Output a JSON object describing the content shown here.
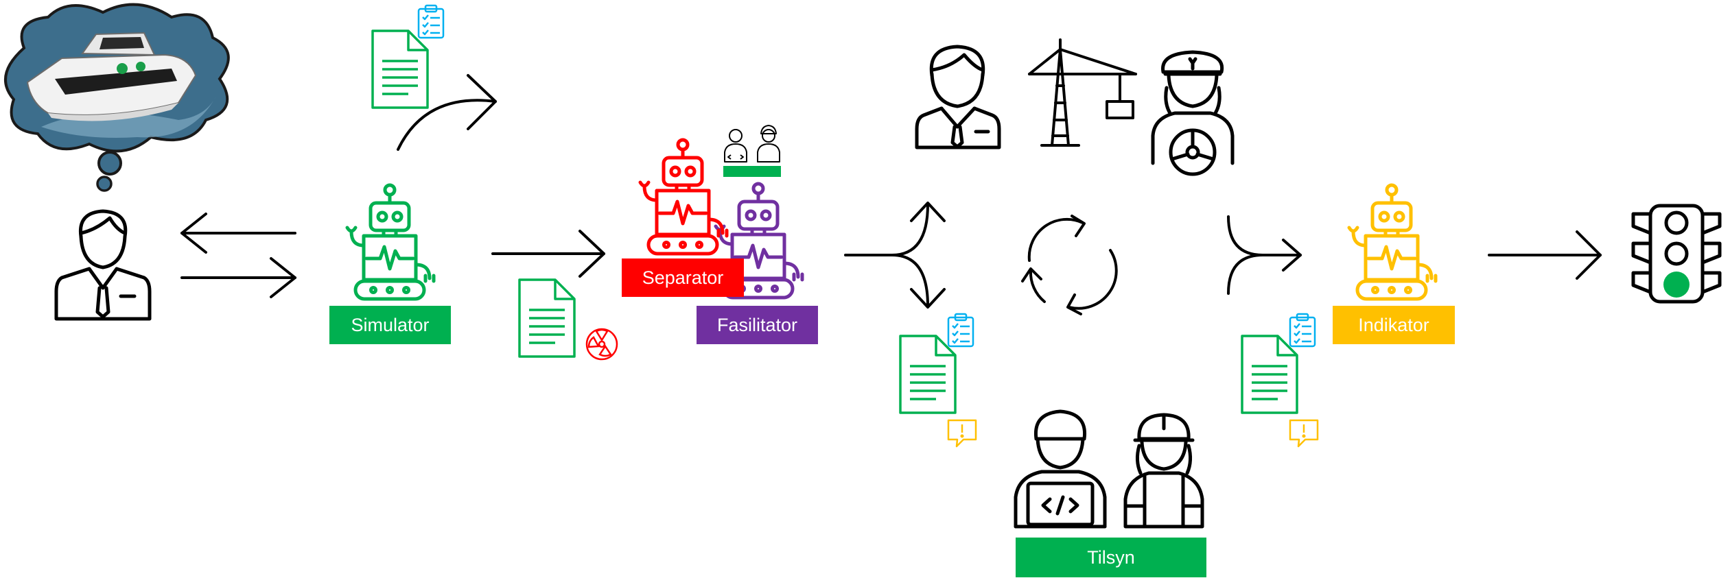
{
  "labels": {
    "simulator": "Simulator",
    "separator": "Separator",
    "fasilitator": "Fasilitator",
    "indikator": "Indikator",
    "tilsyn": "Tilsyn"
  },
  "colors": {
    "green": "#00b050",
    "red": "#ff0000",
    "purple": "#7030a0",
    "amber": "#ffc000",
    "cyan": "#00b0f0",
    "black": "#000000"
  },
  "icons": [
    "ship-thought-cloud-image",
    "user-icon",
    "exchange-arrows-icon",
    "simulator-robot-icon",
    "document-icon",
    "checklist-icon",
    "curved-arrow-icon",
    "separator-robot-icon",
    "fasilitator-robot-icon",
    "radiation-icon",
    "team-mini-icon",
    "fork-arrow-icon",
    "cycle-icon",
    "merge-arrow-icon",
    "indikator-robot-icon",
    "traffic-light-icon",
    "businessman-icon",
    "crane-icon",
    "captain-icon",
    "developer-icon",
    "worker-icon",
    "warning-bubble-icon"
  ]
}
